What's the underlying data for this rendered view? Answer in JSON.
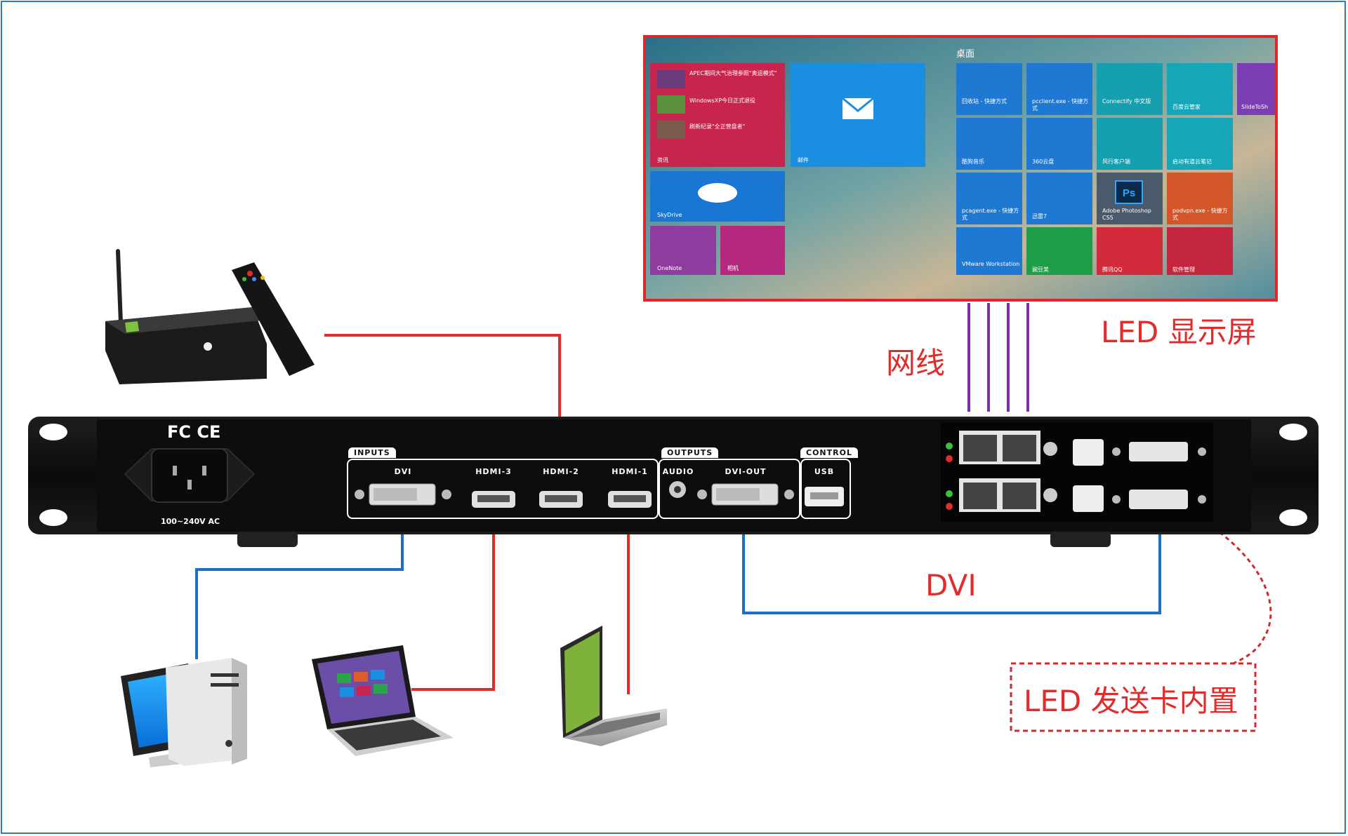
{
  "labels": {
    "led_screen": "LED 显示屏",
    "network_cable": "网线",
    "dvi": "DVI",
    "sender_card": "LED 发送卡内置"
  },
  "device": {
    "certifications": "FC CE",
    "power_rating": "100~240V AC",
    "inputs_header": "INPUTS",
    "outputs_header": "OUTPUTS",
    "control_header": "CONTROL",
    "ports": {
      "dvi": "DVI",
      "hdmi3": "HDMI-3",
      "hdmi2": "HDMI-2",
      "hdmi1": "HDMI-1",
      "audio": "AUDIO",
      "dvi_out": "DVI-OUT",
      "usb": "USB"
    }
  },
  "screen": {
    "desktop_title": "桌面",
    "news": [
      "APEC期间大气治理参照\"奥运模式\"",
      "WindowsXP今日正式退役",
      "刷新纪录\"全正营盘者\""
    ],
    "tiles": {
      "news": "资讯",
      "mail": "邮件",
      "skydrive": "SkyDrive",
      "onenote": "OneNote",
      "camera": "相机",
      "recycle": "回收站 - 快捷方式",
      "pcclient": "pcclient.exe - 快捷方式",
      "connectify": "Connectify 中文版",
      "baidu_yun": "百度云管家",
      "slide": "SlideToSh",
      "kugou": "酷狗音乐",
      "yun360": "360云盘",
      "fengxing": "风行客户端",
      "youdao": "启动有道云笔记",
      "pcagent": "pcagent.exe - 快捷方式",
      "xunlei": "迅雷7",
      "photoshop": "Adobe Photoshop CS5",
      "podyun": "podvpn.exe - 快捷方式",
      "vmware": "VMware Workstation",
      "wandou": "豌豆荚",
      "qq": "腾讯QQ",
      "softmgr": "软件管理"
    }
  },
  "colors": {
    "red_line": "#e22b2b",
    "blue_line": "#1d6fc4",
    "purple_line": "#7b2fa8",
    "frame": "#2b7bc3",
    "screen_border": "#e0262b"
  }
}
